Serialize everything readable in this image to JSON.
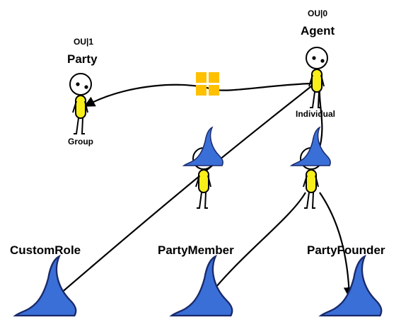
{
  "agent": {
    "code": "OU|0",
    "name": "Agent",
    "kind": "Individual"
  },
  "party": {
    "code": "OU|1",
    "name": "Party",
    "kind": "Group"
  },
  "roles": {
    "custom": "CustomRole",
    "member": "PartyMember",
    "founder": "PartyFounder"
  },
  "colors": {
    "hat": "#3a6fd8",
    "hat_outline": "#1a2a6a",
    "body": "#f7ee1a",
    "link": "#ffc000",
    "line": "#000000"
  },
  "icons": {
    "link": "link-plugin-icon",
    "agent": "individual-figure-icon",
    "party": "group-figure-icon",
    "role_agent": "wizard-figure-icon",
    "hat": "wizard-hat-icon"
  }
}
